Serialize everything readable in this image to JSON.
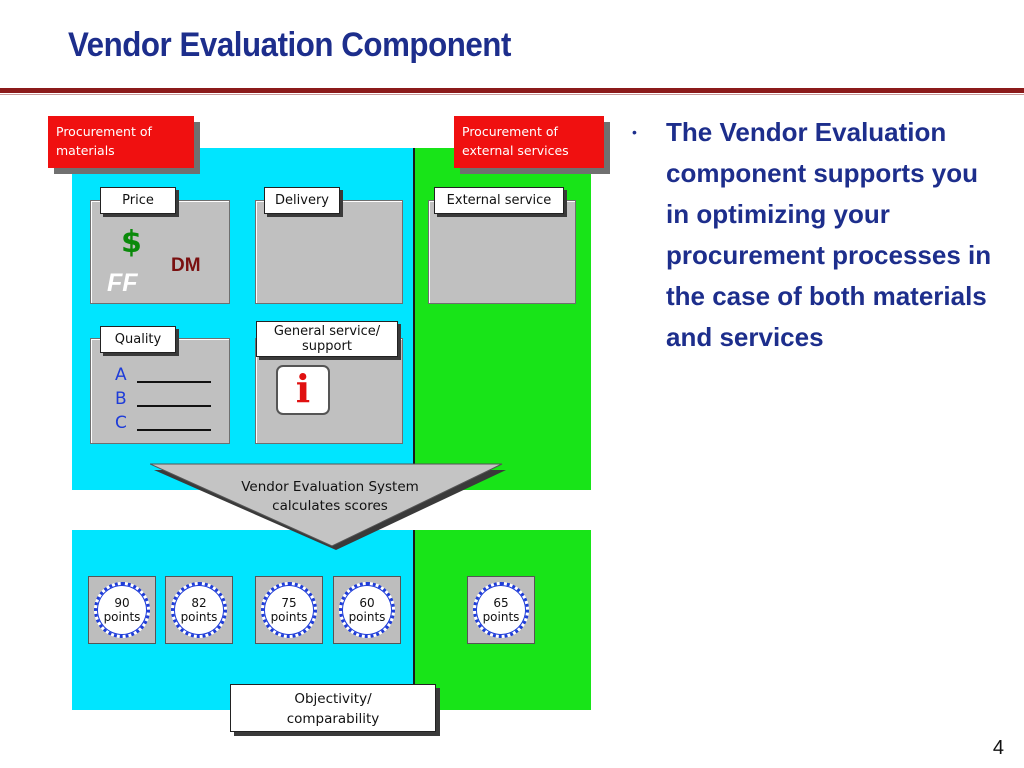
{
  "slide": {
    "title": "Vendor Evaluation Component",
    "page_number": "4"
  },
  "diagram": {
    "red_boxes": {
      "materials": "Procurement of materials",
      "external": "Procurement of external services"
    },
    "panels": {
      "price": "Price",
      "delivery": "Delivery",
      "external_service": "External service",
      "quality": "Quality",
      "general_service": "General service/ support"
    },
    "price_symbols": {
      "dollar": "$",
      "dm": "DM",
      "ff": "FF"
    },
    "quality_grades": [
      "A",
      "B",
      "C"
    ],
    "info_symbol": "i",
    "funnel_text": "Vendor Evaluation System calculates scores",
    "scores": [
      {
        "value": "90",
        "unit": "points"
      },
      {
        "value": "82",
        "unit": "points"
      },
      {
        "value": "75",
        "unit": "points"
      },
      {
        "value": "60",
        "unit": "points"
      },
      {
        "value": "65",
        "unit": "points"
      }
    ],
    "objectivity": "Objectivity/ comparability",
    "colors": {
      "materials_area": "#00e5ff",
      "services_area": "#18e418",
      "red_box": "#f01010",
      "text_blue": "#1d2e8c"
    }
  },
  "bullet": {
    "symbol": "•",
    "text": "The Vendor Evaluation component supports you in optimizing your procurement processes in the case of both materials and services"
  }
}
